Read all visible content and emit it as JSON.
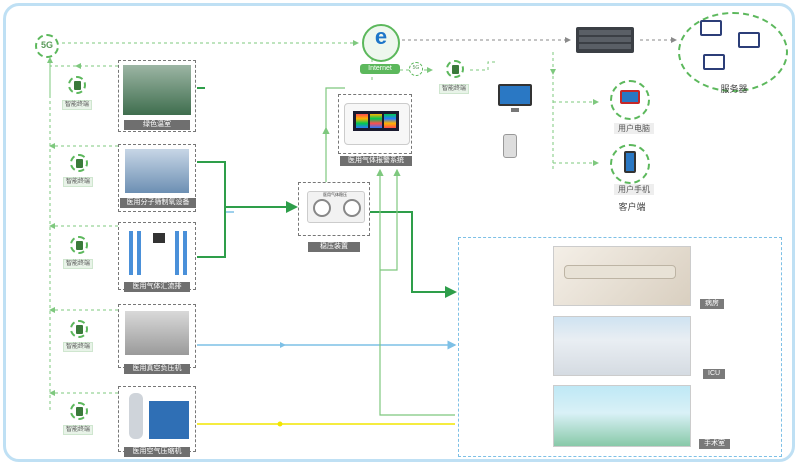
{
  "network": {
    "fiveg_label": "5G",
    "internet_label": "Internet",
    "fiveg_small_label": "5G",
    "server_room_label": "服务器",
    "terminal_label": "智能终端"
  },
  "sources": [
    {
      "name": "绿色温室",
      "tag": "智能终端"
    },
    {
      "name": "医用分子筛制氧设备",
      "tag": "智能终端"
    },
    {
      "name": "医用气体汇流排",
      "tag": "智能终端"
    },
    {
      "name": "医用真空负压机",
      "tag": "智能终端"
    },
    {
      "name": "医用空气压缩机",
      "tag": "智能终端"
    }
  ],
  "center": {
    "alarm_label": "医用气体报警系统",
    "regulator_label": "稳压装置",
    "regulator_panel_text": "医用气体稳压"
  },
  "clients": {
    "user_pc": "用户电脑",
    "user_phone": "用户手机",
    "client_side": "客户端"
  },
  "rooms": [
    {
      "name": "病房"
    },
    {
      "name": "ICU"
    },
    {
      "name": "手术室"
    }
  ],
  "colors": {
    "green_line": "#2e9e4a",
    "dashed_green": "#7ec87e",
    "dashed_gray": "#8a8a8a",
    "blue_line": "#7dc0e6",
    "yellow_line": "#f2e600",
    "frame": "#bfe0f4"
  }
}
